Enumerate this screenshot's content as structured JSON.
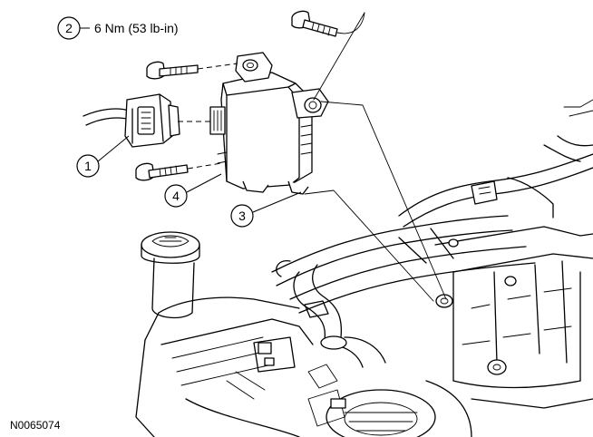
{
  "callouts": [
    {
      "id": "1",
      "label": "1"
    },
    {
      "id": "2",
      "label": "2"
    },
    {
      "id": "3",
      "label": "3"
    },
    {
      "id": "4",
      "label": "4"
    }
  ],
  "torque_spec": "6 Nm (53 lb-in)",
  "figure_id": "N0065074"
}
